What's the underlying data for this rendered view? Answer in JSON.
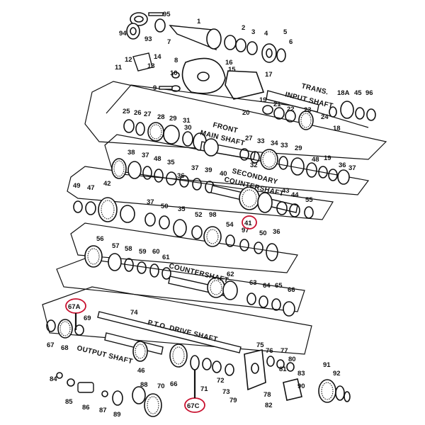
{
  "shaft_titles": {
    "trans_input_1": "TRANS.",
    "trans_input_2": "INPUT SHAFT",
    "front_main_1": "FRONT",
    "front_main_2": "MAIN SHAFT",
    "secondary_1": "SECONDARY",
    "secondary_2": "COUNTERSHAFT",
    "countershaft": "COUNTERSHAFT",
    "pto": "P.T.O. DRIVE SHAFT",
    "output": "OUTPUT SHAFT"
  },
  "highlighted_parts": {
    "part_41": "41",
    "part_67A": "67A",
    "part_67C": "67C"
  },
  "highlight_color": "#c8102e",
  "part_numbers": [
    "95",
    "1",
    "94",
    "93",
    "2",
    "3",
    "4",
    "5",
    "6",
    "7",
    "12",
    "14",
    "11",
    "13",
    "8",
    "16",
    "15",
    "17",
    "10",
    "9",
    "18A",
    "45",
    "96",
    "19",
    "21",
    "22",
    "23",
    "20",
    "24",
    "18",
    "25",
    "26",
    "27",
    "28",
    "29",
    "31",
    "30",
    "27",
    "33",
    "34",
    "32",
    "38",
    "37",
    "48",
    "35",
    "36",
    "37",
    "39",
    "40",
    "33",
    "29",
    "48",
    "19",
    "36",
    "37",
    "37",
    "50",
    "35",
    "52",
    "98",
    "54",
    "97",
    "50",
    "36",
    "49",
    "47",
    "42",
    "43",
    "44",
    "55",
    "56",
    "57",
    "58",
    "59",
    "60",
    "61",
    "62",
    "63",
    "64",
    "65",
    "66",
    "67",
    "68",
    "69",
    "46",
    "74",
    "75",
    "76",
    "77",
    "80",
    "81",
    "83",
    "84",
    "85",
    "86",
    "87",
    "89",
    "88",
    "70",
    "66",
    "71",
    "72",
    "73",
    "79",
    "78",
    "82",
    "90",
    "91",
    "92"
  ]
}
